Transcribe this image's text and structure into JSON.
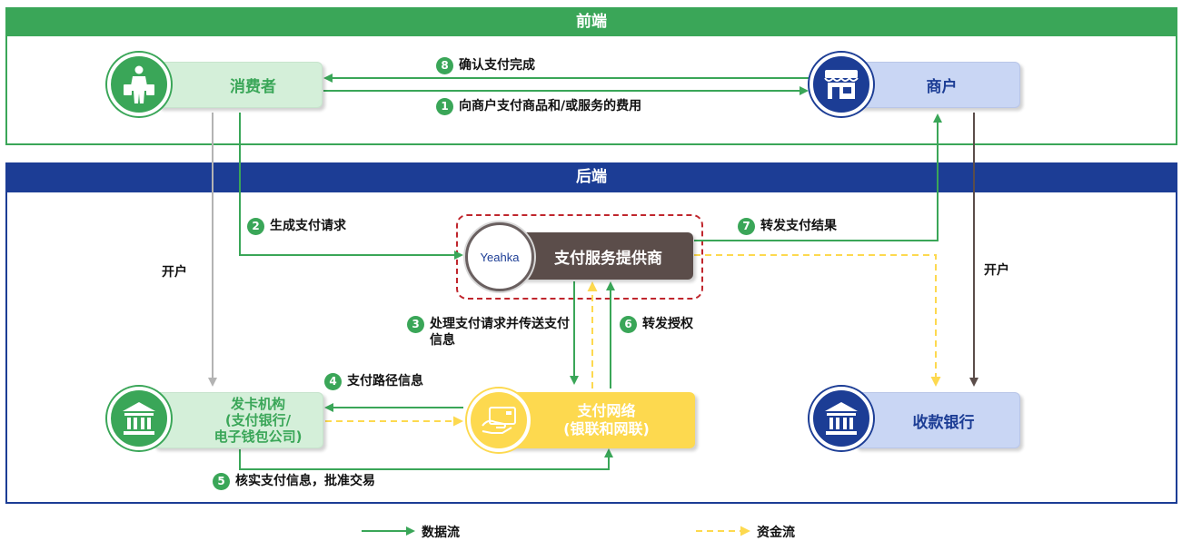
{
  "sections": {
    "front_title": "前端",
    "back_title": "后端"
  },
  "nodes": {
    "consumer": "消费者",
    "merchant": "商户",
    "provider": "支付服务提供商",
    "provider_logo": "Yeahka",
    "issuer_line1": "发卡机构",
    "issuer_line2": "(支付银行/",
    "issuer_line3": "电子钱包公司)",
    "network_line1": "支付网络",
    "network_line2": "(银联和网联)",
    "acquirer": "收款银行"
  },
  "steps": [
    {
      "num": "1",
      "text": "向商户支付商品和/或服务的费用"
    },
    {
      "num": "2",
      "text": "生成支付请求"
    },
    {
      "num": "3",
      "text": "处理支付请求并传送支付信息"
    },
    {
      "num": "4",
      "text": "支付路径信息"
    },
    {
      "num": "5",
      "text": "核实支付信息，批准交易"
    },
    {
      "num": "6",
      "text": "转发授权"
    },
    {
      "num": "7",
      "text": "转发支付结果"
    },
    {
      "num": "8",
      "text": "确认支付完成"
    }
  ],
  "labels": {
    "open_account_left": "开户",
    "open_account_right": "开户"
  },
  "legend": {
    "data_flow": "数据流",
    "fund_flow": "资金流"
  },
  "colors": {
    "green": "#3aa658",
    "navy": "#1c3d95",
    "yellow": "#fdd94f",
    "dark": "#5b4d4a",
    "red_dashed": "#c0262d"
  },
  "icons": {
    "consumer": "shopper-icon",
    "merchant": "store-icon",
    "issuer": "bank-icon",
    "network": "card-icon",
    "acquirer": "bank-icon"
  }
}
